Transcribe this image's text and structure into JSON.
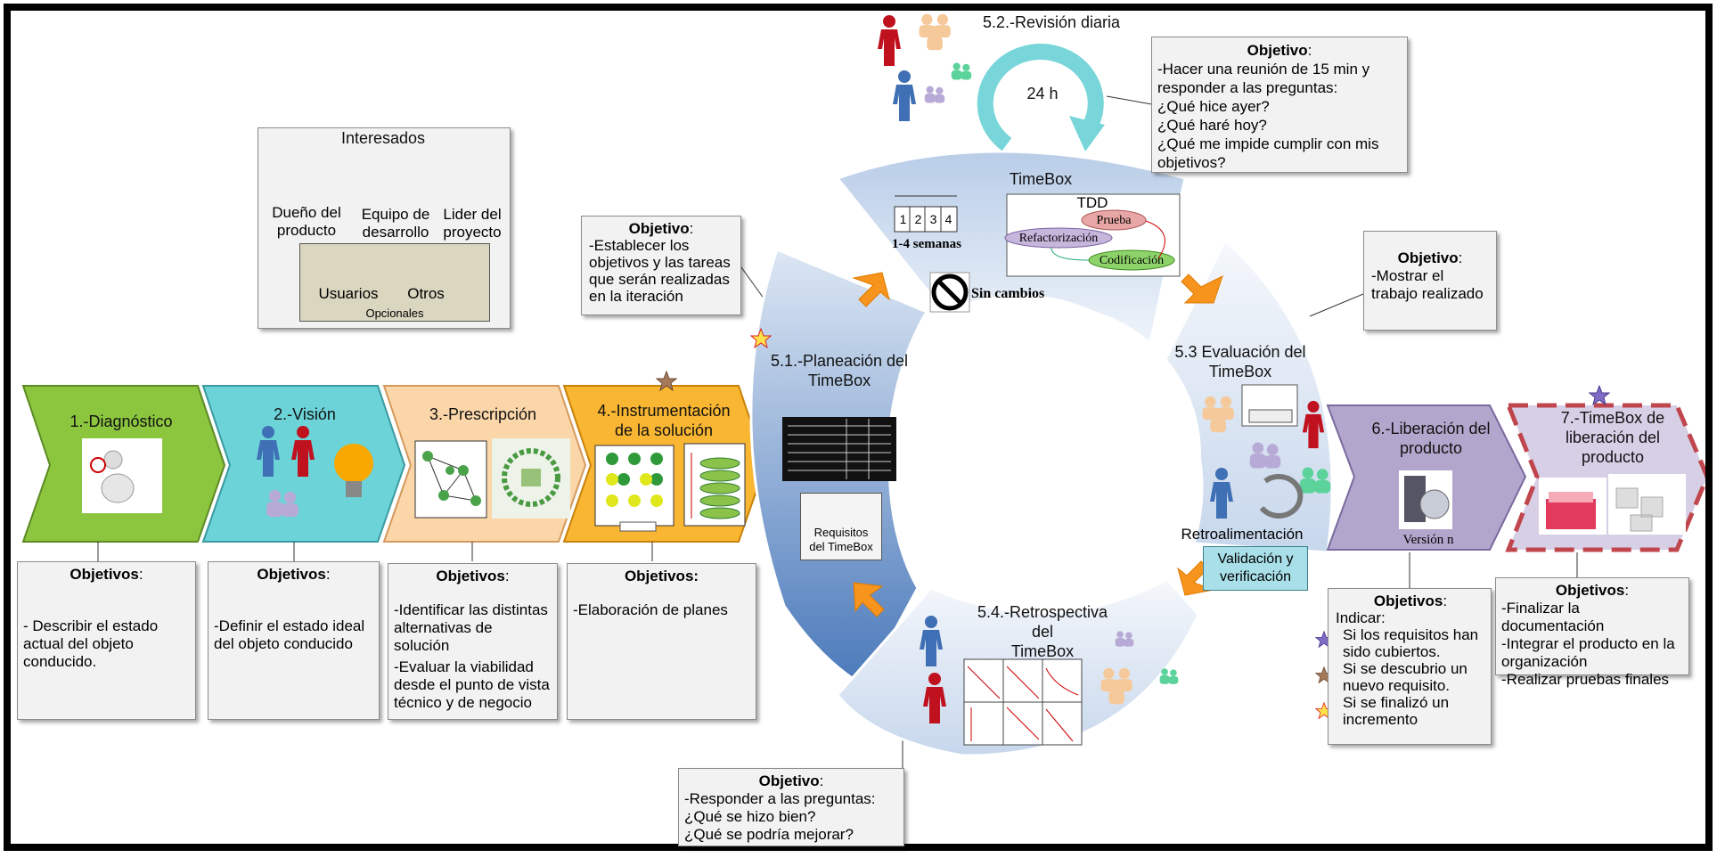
{
  "phases": [
    {
      "id": "p1",
      "label": "1.-Diagnóstico",
      "color": "#8cc63f"
    },
    {
      "id": "p2",
      "label": "2.-Visión",
      "color": "#6cd3d8"
    },
    {
      "id": "p3",
      "label": "3.-Prescripción",
      "color": "#fbd6a9"
    },
    {
      "id": "p4",
      "label_line1": "4.-Instrumentación",
      "label_line2": "de la solución",
      "color": "#f9b632"
    }
  ],
  "phase_objectives": {
    "p1": {
      "title": "Objetivos",
      "colon": ":",
      "text": "- Describir el estado actual del objeto conducido."
    },
    "p2": {
      "title": "Objetivos",
      "colon": ":",
      "text": "-Definir el estado ideal del objeto conducido"
    },
    "p3": {
      "title": "Objetivos",
      "colon": ":",
      "text1": "-Identificar las distintas alternativas de solución",
      "text2": "-Evaluar la viabilidad desde el punto de vista técnico y de negocio"
    },
    "p4": {
      "title": "Objetivos:",
      "text": "-Elaboración de planes"
    }
  },
  "stakeholders": {
    "title": "Interesados",
    "owner_line1": "Dueño del",
    "owner_line2": "producto",
    "team_line1": "Equipo de",
    "team_line2": "desarrollo",
    "leader_line1": "Lider del",
    "leader_line2": "proyecto",
    "users": "Usuarios",
    "others": "Otros",
    "optional": "Opcionales"
  },
  "cycle": {
    "planning_line1": "5.1.-Planeación del",
    "planning_line2": "TimeBox",
    "daily": "5.2.-Revisión diaria",
    "hours": "24 h",
    "eval_line1": "5.3 Evaluación del",
    "eval_line2": "TimeBox",
    "retro_line1": "5.4.-Retrospectiva",
    "retro_line2": "del",
    "retro_line3": "TimeBox",
    "timebox": "TimeBox",
    "weeks": [
      "1",
      "2",
      "3",
      "4"
    ],
    "weeks_label": "1-4 semanas",
    "no_changes": "Sin cambios",
    "tdd": "TDD",
    "tdd_test": "Prueba",
    "tdd_refactor": "Refactorización",
    "tdd_code": "Codificación",
    "requirements_line1": "Requisitos",
    "requirements_line2": "del TimeBox",
    "feedback": "Retroalimentación",
    "validation_line1": "Validación y",
    "validation_line2": "verificación"
  },
  "cycle_objectives": {
    "planning": {
      "title": "Objetivo",
      "colon": ":",
      "lines": [
        "-Establecer los",
        "objetivos y las tareas",
        "que serán realizadas",
        "en la iteración"
      ]
    },
    "daily": {
      "title": "Objetivo",
      "colon": ":",
      "lines": [
        "-Hacer una reunión de 15 min y",
        "responder a las preguntas:",
        "¿Qué hice ayer?",
        "¿Qué haré hoy?",
        "¿Qué me impide cumplir con mis",
        "objetivos?"
      ]
    },
    "eval": {
      "title": "Objetivo",
      "colon": ":",
      "lines": [
        "-Mostrar el",
        "trabajo realizado"
      ]
    },
    "retro": {
      "title": "Objetivo",
      "colon": ":",
      "lines": [
        "-Responder a las preguntas:",
        "¿Qué se hizo bien?",
        "¿Qué se podría mejorar?"
      ]
    }
  },
  "release": {
    "label_line1": "6.-Liberación del",
    "label_line2": "producto",
    "version": "Versión n",
    "color": "#b3a6cc",
    "objectives": {
      "title": "Objetivos",
      "colon": ":",
      "intro": "Indicar:",
      "item1": "Si los requisitos han sido cubiertos.",
      "item2": "Si se descubrio un nuevo requisito.",
      "item3": "Si se finalizó un incremento"
    }
  },
  "final_timebox": {
    "label_line1": "7.-TimeBox de",
    "label_line2": "liberación del",
    "label_line3": "producto",
    "color": "#d7cfe6",
    "objectives": {
      "title": "Objetivos",
      "colon": ":",
      "lines": [
        "-Finalizar la documentación",
        "-Integrar el producto en la organización",
        "-Realizar pruebas finales"
      ]
    }
  },
  "colors": {
    "person_blue": "#3f6fb5",
    "person_red": "#c0111f",
    "person_tan": "#f6c99a",
    "person_purple": "#b8aad6",
    "person_green": "#5bd39b",
    "ring": "#c9d9ee",
    "arrow_orange": "#f7941d"
  }
}
